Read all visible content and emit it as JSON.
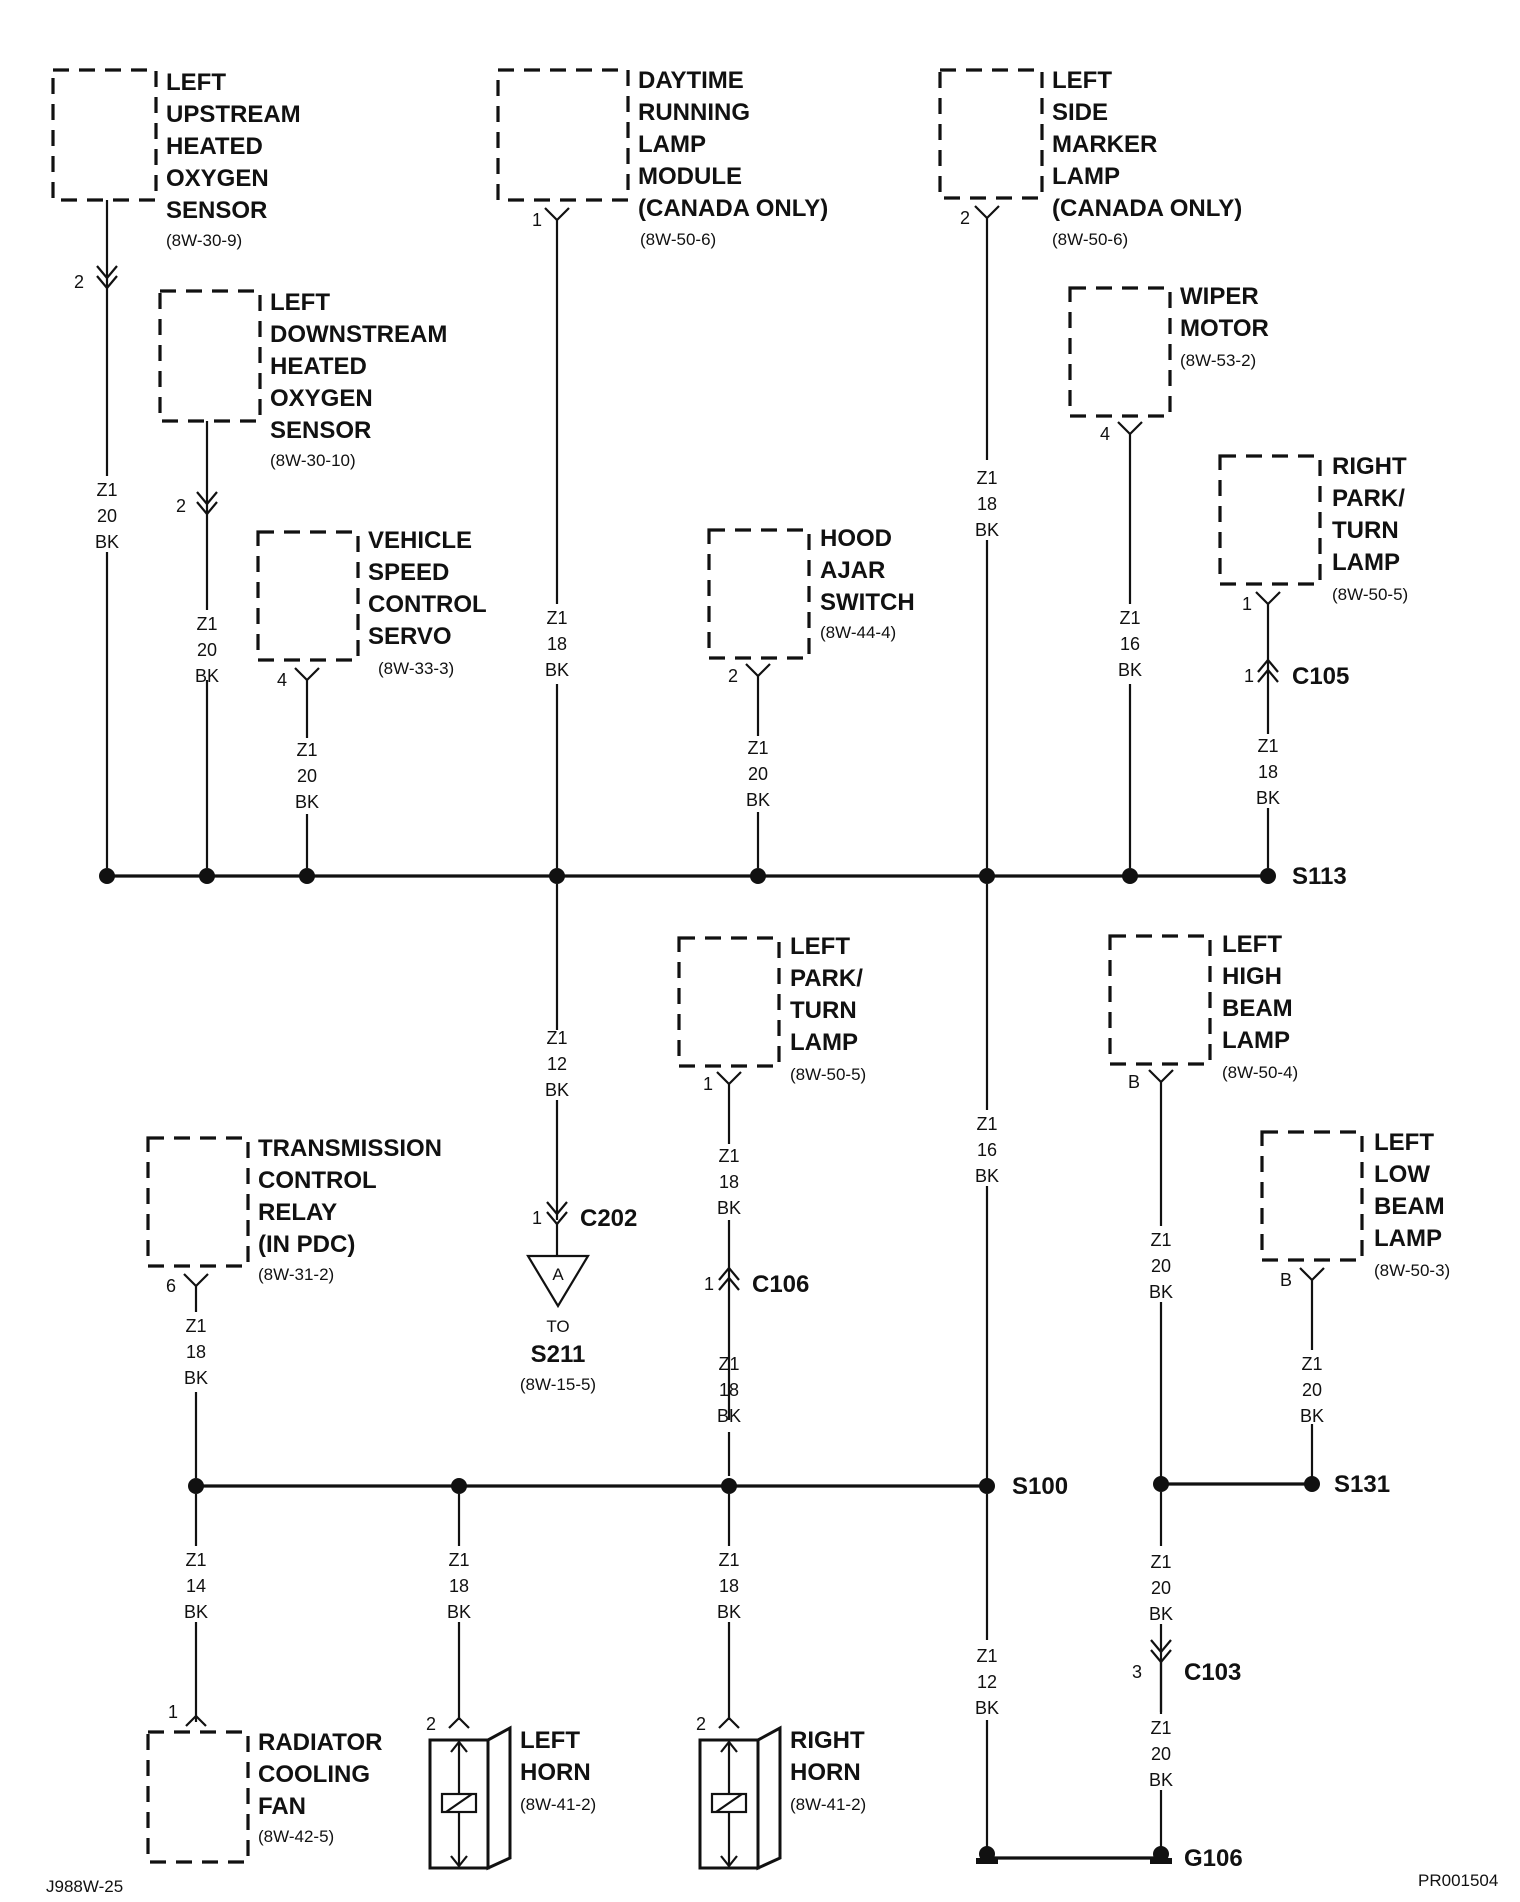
{
  "components": {
    "left_upstream_o2": {
      "lines": [
        "LEFT",
        "UPSTREAM",
        "HEATED",
        "OXYGEN",
        "SENSOR"
      ],
      "ref": "(8W-30-9)",
      "pin": "2"
    },
    "left_downstream_o2": {
      "lines": [
        "LEFT",
        "DOWNSTREAM",
        "HEATED",
        "OXYGEN",
        "SENSOR"
      ],
      "ref": "(8W-30-10)",
      "pin": "2"
    },
    "vehicle_speed_servo": {
      "lines": [
        "VEHICLE",
        "SPEED",
        "CONTROL",
        "SERVO"
      ],
      "ref": "(8W-33-3)",
      "pin": "4"
    },
    "drl_module": {
      "lines": [
        "DAYTIME",
        "RUNNING",
        "LAMP",
        "MODULE",
        "(CANADA ONLY)"
      ],
      "ref": "(8W-50-6)",
      "pin": "1"
    },
    "hood_ajar": {
      "lines": [
        "HOOD",
        "AJAR",
        "SWITCH"
      ],
      "ref": "(8W-44-4)",
      "pin": "2"
    },
    "left_side_marker": {
      "lines": [
        "LEFT",
        "SIDE",
        "MARKER",
        "LAMP",
        "(CANADA ONLY)"
      ],
      "ref": "(8W-50-6)",
      "pin": "2"
    },
    "wiper_motor": {
      "lines": [
        "WIPER",
        "MOTOR"
      ],
      "ref": "(8W-53-2)",
      "pin": "4"
    },
    "right_park_turn": {
      "lines": [
        "RIGHT",
        "PARK/",
        "TURN",
        "LAMP"
      ],
      "ref": "(8W-50-5)",
      "pin": "1"
    },
    "left_park_turn": {
      "lines": [
        "LEFT",
        "PARK/",
        "TURN",
        "LAMP"
      ],
      "ref": "(8W-50-5)",
      "pin": "1"
    },
    "left_high_beam": {
      "lines": [
        "LEFT",
        "HIGH",
        "BEAM",
        "LAMP"
      ],
      "ref": "(8W-50-4)",
      "pin": "B"
    },
    "left_low_beam": {
      "lines": [
        "LEFT",
        "LOW",
        "BEAM",
        "LAMP"
      ],
      "ref": "(8W-50-3)",
      "pin": "B"
    },
    "trans_control_relay": {
      "lines": [
        "TRANSMISSION",
        "CONTROL",
        "RELAY",
        "(IN PDC)"
      ],
      "ref": "(8W-31-2)",
      "pin": "6"
    },
    "radiator_fan": {
      "lines": [
        "RADIATOR",
        "COOLING",
        "FAN"
      ],
      "ref": "(8W-42-5)",
      "pin": "1"
    },
    "left_horn": {
      "lines": [
        "LEFT",
        "HORN"
      ],
      "ref": "(8W-41-2)",
      "pin": "2"
    },
    "right_horn": {
      "lines": [
        "RIGHT",
        "HORN"
      ],
      "ref": "(8W-41-2)",
      "pin": "2"
    }
  },
  "wires": {
    "w_lu": [
      "Z1",
      "20",
      "BK"
    ],
    "w_ld": [
      "Z1",
      "20",
      "BK"
    ],
    "w_vs": [
      "Z1",
      "20",
      "BK"
    ],
    "w_drl": [
      "Z1",
      "18",
      "BK"
    ],
    "w_hood": [
      "Z1",
      "20",
      "BK"
    ],
    "w_lsm": [
      "Z1",
      "18",
      "BK"
    ],
    "w_wiper": [
      "Z1",
      "16",
      "BK"
    ],
    "w_rpt": [
      "Z1",
      "18",
      "BK"
    ],
    "w_c202": [
      "Z1",
      "12",
      "BK"
    ],
    "w_lpt_a": [
      "Z1",
      "18",
      "BK"
    ],
    "w_lpt_b": [
      "Z1",
      "18",
      "BK"
    ],
    "w_s100": [
      "Z1",
      "16",
      "BK"
    ],
    "w_lhb": [
      "Z1",
      "20",
      "BK"
    ],
    "w_llb": [
      "Z1",
      "20",
      "BK"
    ],
    "w_tcr": [
      "Z1",
      "18",
      "BK"
    ],
    "w_fan": [
      "Z1",
      "14",
      "BK"
    ],
    "w_lhorn": [
      "Z1",
      "18",
      "BK"
    ],
    "w_rhorn": [
      "Z1",
      "18",
      "BK"
    ],
    "w_g106a": [
      "Z1",
      "12",
      "BK"
    ],
    "w_c103a": [
      "Z1",
      "20",
      "BK"
    ],
    "w_c103b": [
      "Z1",
      "20",
      "BK"
    ]
  },
  "connectors": {
    "c105": {
      "name": "C105",
      "pin": "1"
    },
    "c202": {
      "name": "C202",
      "pin": "1"
    },
    "c106": {
      "name": "C106",
      "pin": "1"
    },
    "c103": {
      "name": "C103",
      "pin": "3"
    }
  },
  "splices": {
    "s113": "S113",
    "s100": "S100",
    "s131": "S131"
  },
  "ground": "G106",
  "offpage": {
    "letter": "A",
    "to": "TO",
    "dest": "S211",
    "ref": "(8W-15-5)"
  },
  "footer": {
    "left_code": "J988W-25",
    "right_code": "PR001504"
  }
}
